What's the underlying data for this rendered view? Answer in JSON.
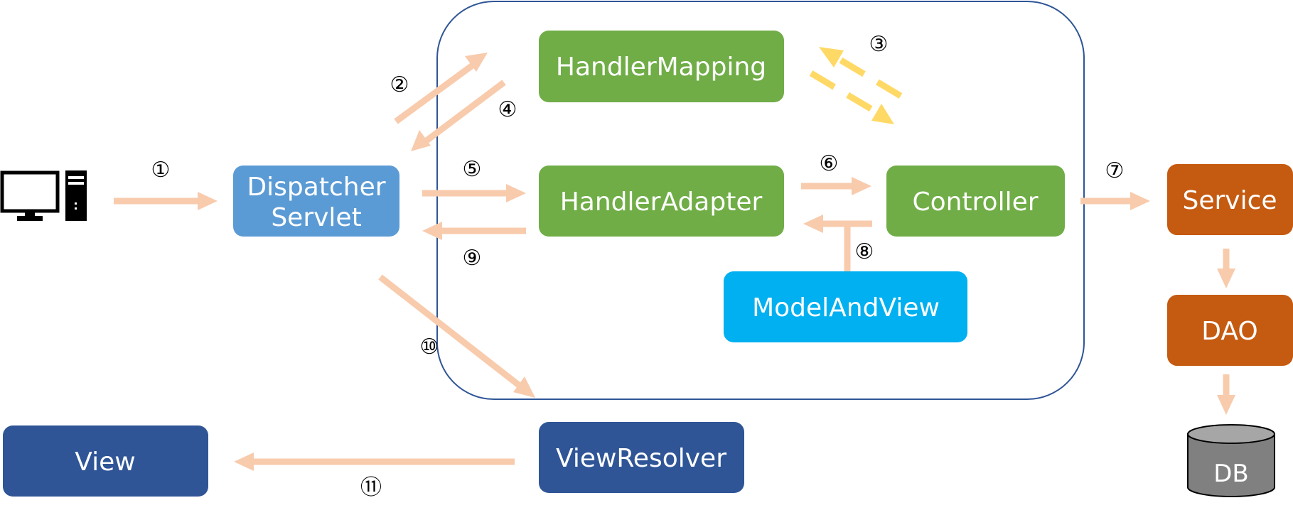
{
  "colors": {
    "green": "#70ad47",
    "light_blue": "#5b9bd5",
    "cyan": "#00b0f0",
    "navy": "#2f5597",
    "orange": "#c55a11",
    "db_gray": "#808080",
    "arrow_peach": "#f8cbad",
    "arrow_yellow": "#ffd966",
    "container_border": "#2f5597"
  },
  "boxes": {
    "dispatcher_line1": "Dispatcher",
    "dispatcher_line2": "Servlet",
    "handler_mapping": "HandlerMapping",
    "handler_adapter": "HandlerAdapter",
    "controller": "Controller",
    "model_and_view": "ModelAndView",
    "view_resolver": "ViewResolver",
    "view": "View",
    "service": "Service",
    "dao": "DAO",
    "db": "DB"
  },
  "steps": {
    "s1": "①",
    "s2": "②",
    "s3": "③",
    "s4": "④",
    "s5": "⑤",
    "s6": "⑥",
    "s7": "⑦",
    "s8": "⑧",
    "s9": "⑨",
    "s10": "⑩",
    "s11": "⑪"
  },
  "icons": {
    "client": "computer-icon"
  }
}
